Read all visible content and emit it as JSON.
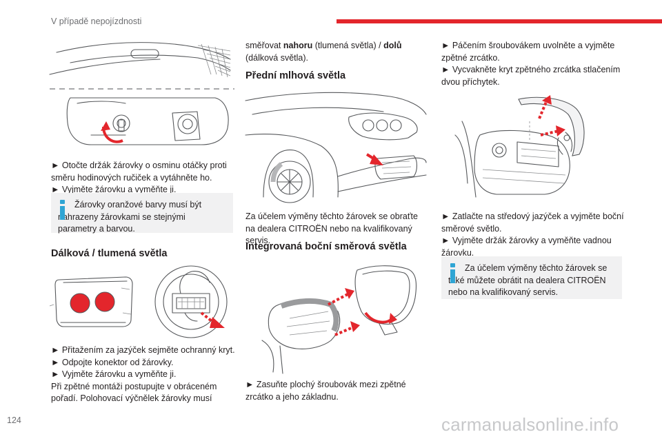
{
  "header": {
    "section": "V případě nepojízdnosti",
    "accent": "#e3262c"
  },
  "page_number": "124",
  "watermark": "carmanualsonline.info",
  "col1": {
    "steps1": [
      "► Otočte držák žárovky o osminu otáčky proti směru hodinových ručiček a vytáhněte ho.",
      "► Vyjměte žárovku a vyměňte ji."
    ],
    "note1": "Žárovky oranžové barvy musí být nahrazeny žárovkami se stejnými parametry a barvou.",
    "heading": "Dálková / tlumená světla",
    "steps2": [
      "► Přitažením za jazýček sejměte ochranný kryt.",
      "► Odpojte konektor od žárovky.",
      "► Vyjměte žárovku a vyměňte ji.",
      "Při zpětné montáži postupujte v obráceném pořadí. Polohovací výčnělek žárovky musí"
    ]
  },
  "col2": {
    "cont_prefix": "směřovat ",
    "cont_b1": "nahoru",
    "cont_mid": " (tlumená světla) / ",
    "cont_b2": "dolů",
    "cont_end": "(dálková světla).",
    "heading1": "Přední mlhová světla",
    "para1": "Za účelem výměny těchto žárovek se obraťte na dealera CITROËN nebo na kvalifikovaný servis.",
    "heading2": "Integrovaná boční směrová světla",
    "steps": [
      "► Zasuňte plochý šroubovák mezi zpětné zrcátko a jeho základnu."
    ]
  },
  "col3": {
    "steps1": [
      "► Páčením šroubovákem uvolněte a vyjměte zpětné zrcátko.",
      "► Vycvakněte kryt zpětného zrcátka stlačením dvou příchytek."
    ],
    "steps2": [
      "► Zatlačte na středový jazýček a vyjměte boční směrové světlo.",
      "► Vyjměte držák žárovky a vyměňte vadnou žárovku."
    ],
    "note": "Za účelem výměny těchto žárovek se také můžete obrátit na dealera CITROËN nebo na kvalifikovaný servis."
  },
  "colors": {
    "info_bg": "#f1f1f2",
    "info_icon": "#2fa5d4",
    "arrow_red": "#e3262c",
    "bulb_red": "#e3262c"
  },
  "icons": [
    "info-icon",
    "rotate-arrow-icon",
    "pull-arrow-icon"
  ]
}
